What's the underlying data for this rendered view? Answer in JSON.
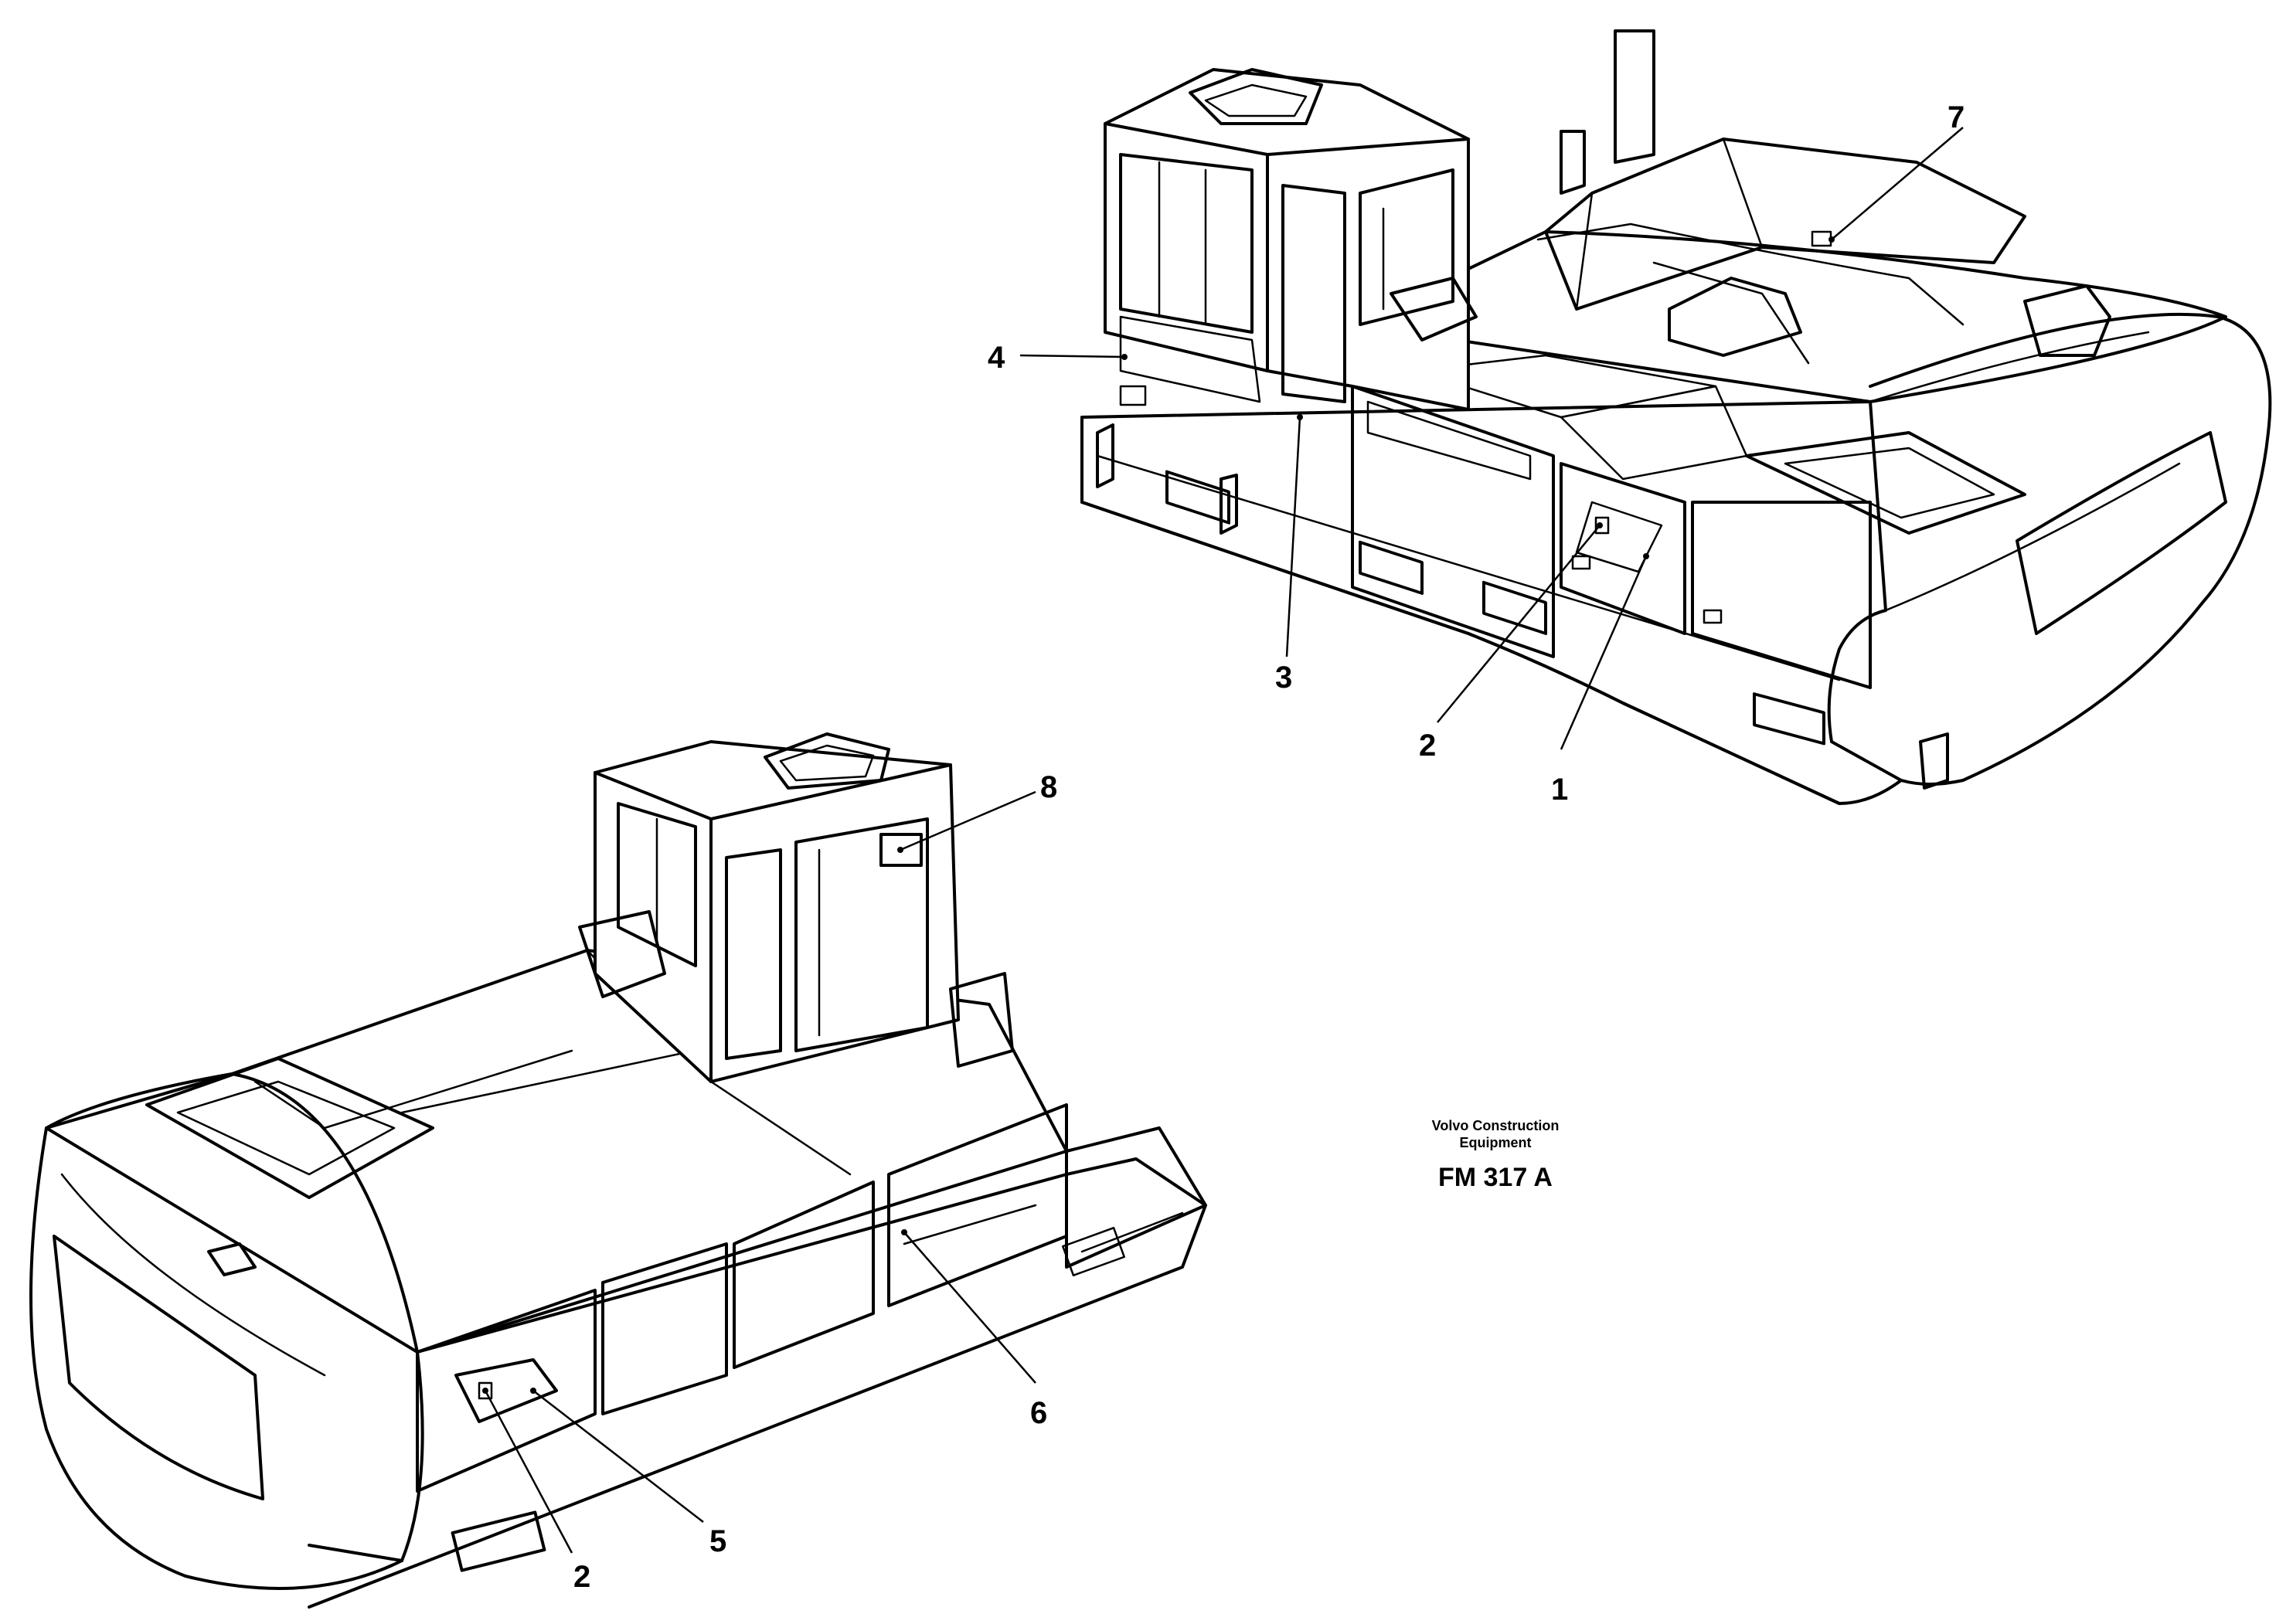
{
  "callouts": {
    "top": {
      "c1": "1",
      "c2": "2",
      "c3": "3",
      "c4": "4",
      "c7": "7"
    },
    "bottom": {
      "c2": "2",
      "c5": "5",
      "c6": "6",
      "c8": "8"
    }
  },
  "caption": {
    "company_line1": "Volvo Construction",
    "company_line2": "Equipment",
    "code": "FM 317 A"
  },
  "colors": {
    "line": "#000000",
    "background": "#ffffff"
  }
}
